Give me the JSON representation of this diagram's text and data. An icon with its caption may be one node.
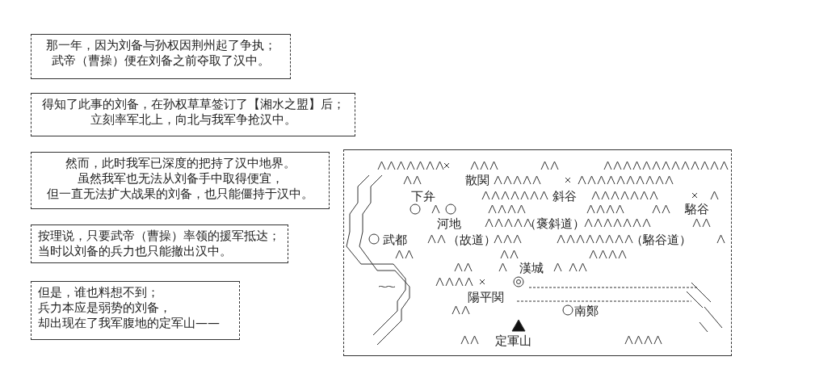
{
  "diagram": {
    "nodes": [
      {
        "text": [
          "那一年，因为刘备与孙权因荆州起了争执；武帝（曹操）便在刘备之前夺取了汉中。"
        ]
      },
      {
        "text": [
          "得知了此事的刘备，在孙权草草签订了【湘水之盟】后；立刻率军北上，向北与我军争抢汉中。"
        ]
      },
      {
        "text": [
          "然而，此时我军已深度的把持了汉中地界。虽然我军也无法从刘备手中取得便宜，但一直无法扩大战果的刘备，也只能僵持于汉中。"
        ]
      },
      {
        "text": [
          "按理说，只要武帝（曹操）率领的援军抵达；当时以刘备的兵力也只能撤出汉中。"
        ]
      },
      {
        "text": [
          "但是，谁也料想不到；兵力本应是弱势的刘备，却出现在了我军腹地的定军山——"
        ]
      },
      {
        "text": [],
        "shape": "box"
      }
    ],
    "labels": [
      "散関",
      "下弁",
      "斜谷",
      "駱谷",
      "河地",
      "（褒斜道）",
      "武都",
      "（故道）",
      "（駱谷道）",
      "漢城",
      "陽平関",
      "南鄭",
      "定軍山"
    ]
  }
}
